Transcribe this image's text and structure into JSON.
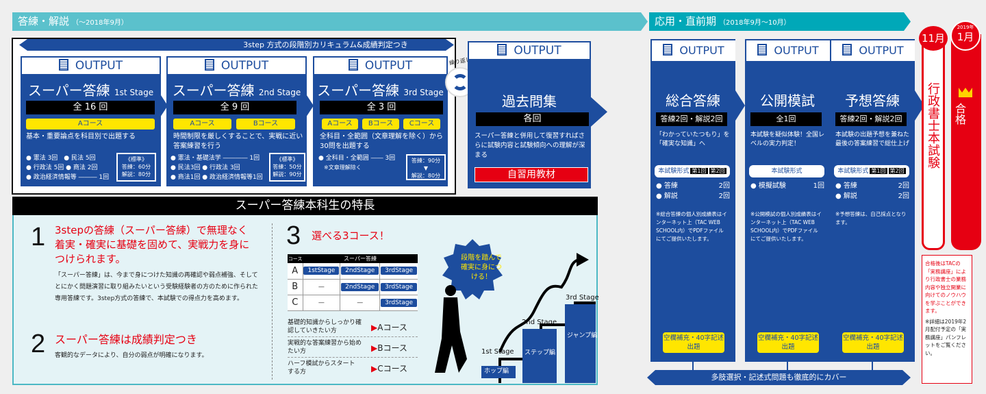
{
  "phases": [
    {
      "label": "答練・解説",
      "period": "（〜2018年9月）"
    },
    {
      "label": "応用・直前期",
      "period": "（2018年9月〜10月）"
    }
  ],
  "band_top": "3step 方式の段階別カリキュラム&成績判定つき",
  "output_label": "OUTPUT",
  "repeat_label": "繰り返し",
  "stages": [
    {
      "title": "スーパー答練",
      "stage": "1st Stage",
      "count": "全 16 回",
      "courses": [
        "Aコース"
      ],
      "desc": "基本・重要論点を科目別で出題する",
      "items": [
        "● 憲法 3回　● 民法 5回",
        "● 行政法 5回 ● 商法 2回",
        "● 政治経済情報等 ――― 1回"
      ],
      "std": [
        "《標準》",
        "答練：60分",
        "▼",
        "解説：80分"
      ]
    },
    {
      "title": "スーパー答練",
      "stage": "2nd Stage",
      "count": "全 9 回",
      "courses": [
        "Aコース",
        "Bコース"
      ],
      "desc": "時間制限を厳しくすることで、実戦に近い答案練習を行う",
      "items": [
        "● 憲法・基礎法学 ―――― 1回",
        "● 民法3回 ● 行政法 3回",
        "● 商法1回 ● 政治経済情報等1回"
      ],
      "std": [
        "《標準》",
        "答練：50分",
        "▼",
        "解説：90分"
      ]
    },
    {
      "title": "スーパー答練",
      "stage": "3rd Stage",
      "count": "全 3 回",
      "courses": [
        "Aコース",
        "Bコース",
        "Cコース"
      ],
      "desc": "全科目・全範囲（文章理解を除く）から30問を出題する",
      "items": [
        "● 全科目・全範囲 ―― 3回",
        "　※文章理解除く"
      ],
      "std": [
        "答練：90分",
        "▼",
        "解説：80分"
      ]
    }
  ],
  "past": {
    "title": "過去問集",
    "count": "各回",
    "desc": "スーパー答練と併用して復習すればさらに試験内容と試験傾向への理解が深まる",
    "badge": "自習用教材"
  },
  "right_cards": [
    {
      "title": "総合答練",
      "count": "答練2回・解説2回",
      "desc": "「わかっていたつもり」を「確実な知識」へ",
      "form": "本試験形式",
      "tags": [
        "第1回",
        "第2回"
      ],
      "items": [
        [
          "答練",
          "2回"
        ],
        [
          "解説",
          "2回"
        ]
      ],
      "note": "※総合答練の個人別成績表はインターネット上（TAC WEB SCHOOL内）でPDFファイルにてご提供いたします。",
      "bottom": "空欄補充・40字記述出題"
    },
    {
      "title": "公開模試",
      "count": "全1回",
      "desc": "本試験を疑似体験！全国レベルの実力判定！",
      "form": "本試験形式",
      "tags": [],
      "items": [
        [
          "模擬試験",
          "1回"
        ]
      ],
      "note": "※公開模試の個人別成績表はインターネット上（TAC WEB SCHOOL内）でPDFファイルにてご提供いたします。",
      "bottom": "空欄補充・40字記述出題"
    },
    {
      "title": "予想答練",
      "count": "答練2回・解説2回",
      "desc": "本試験の出題予想を兼ねた最後の答案練習で総仕上げ",
      "form": "本試験形式",
      "tags": [
        "第1回",
        "第2回"
      ],
      "items": [
        [
          "答練",
          "2回"
        ],
        [
          "解説",
          "2回"
        ]
      ],
      "note": "※予想答練は、自己採点となります。",
      "bottom": "空欄補充・40字記述出題"
    }
  ],
  "bottom_band": "多肢選択・記述式問題も徹底的にカバー",
  "exam": {
    "month": "11月",
    "label": "行政書士本試験"
  },
  "pass": {
    "year": "2019年",
    "month": "1月",
    "label": "合格",
    "note": "合格後はTACの「実務講座」により行政書士の業務内容や独立開業に向けてのノウハウを学ぶことができます。",
    "note2": "※詳細は2019年2月配付予定の「実務講座」パンフレットをご覧ください。"
  },
  "features": {
    "title": "スーパー答練本科生の特長",
    "items": [
      {
        "num": "1",
        "head": "3stepの答練（スーパー答練）で無理なく着実・確実に基礎を固めて、実戦力を身につけられます。",
        "body": "「スーパー答練」は、今まで身につけた知識の再確認や弱点補強、そしてとにかく問題演習に取り組みたいという受験経験者の方のために作られた専用答練です。3step方式の答練で、本試験での得点力を高めます。"
      },
      {
        "num": "2",
        "head": "スーパー答練は成績判定つき",
        "body": "客観的なデータにより、自分の弱点が明確になります。"
      },
      {
        "num": "3",
        "head": "選べる3コース！"
      }
    ],
    "table": {
      "headers": [
        "コース",
        "スーパー答練"
      ],
      "rows": [
        [
          "A",
          "1stStage",
          "2ndStage",
          "3rdStage"
        ],
        [
          "B",
          "—",
          "2ndStage",
          "3rdStage"
        ],
        [
          "C",
          "—",
          "—",
          "3rdStage"
        ]
      ]
    },
    "choices": [
      {
        "who": "基礎的知識からしっかり確認していきたい方",
        "course": "Aコース"
      },
      {
        "who": "実戦的な答案練習から始めたい方",
        "course": "Bコース"
      },
      {
        "who": "ハーフ模試からスタートする方",
        "course": "Cコース"
      }
    ],
    "burst": "段階を踏んで確実に身につける！",
    "steps": [
      {
        "stage": "1st Stage",
        "name": "ホップ編"
      },
      {
        "stage": "2nd Stage",
        "name": "ステップ編"
      },
      {
        "stage": "3rd Stage",
        "name": "ジャンプ編"
      }
    ]
  }
}
